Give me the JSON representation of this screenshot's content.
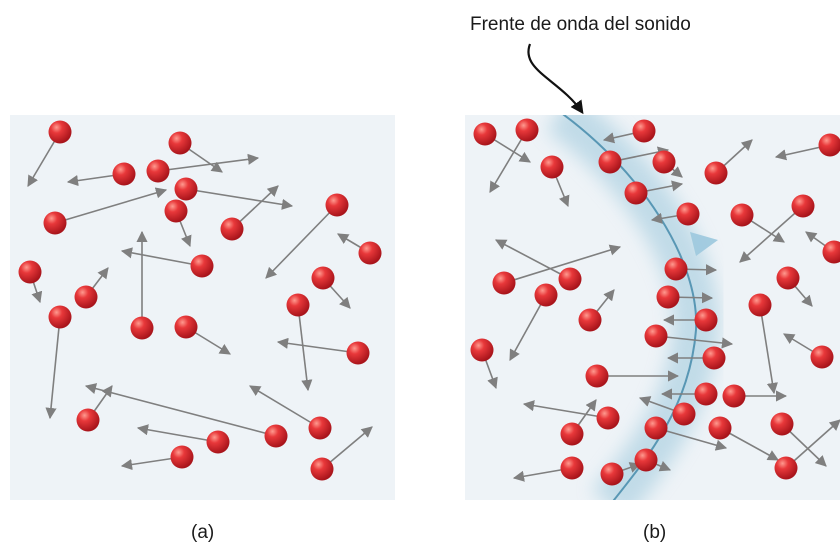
{
  "wavefront_label": "Frente de onda del sonido",
  "panels": [
    {
      "caption": "(a)"
    },
    {
      "caption": "(b)"
    }
  ],
  "colors": {
    "panel_background": "#eef3f7",
    "molecule": "#d7262b",
    "arrow": "#7f7f7f",
    "wavefront": "#6fa8c4"
  },
  "icons": {
    "molecule": "red-sphere-icon",
    "velocity": "arrow-icon",
    "propagation": "wave-direction-arrow-icon"
  }
}
